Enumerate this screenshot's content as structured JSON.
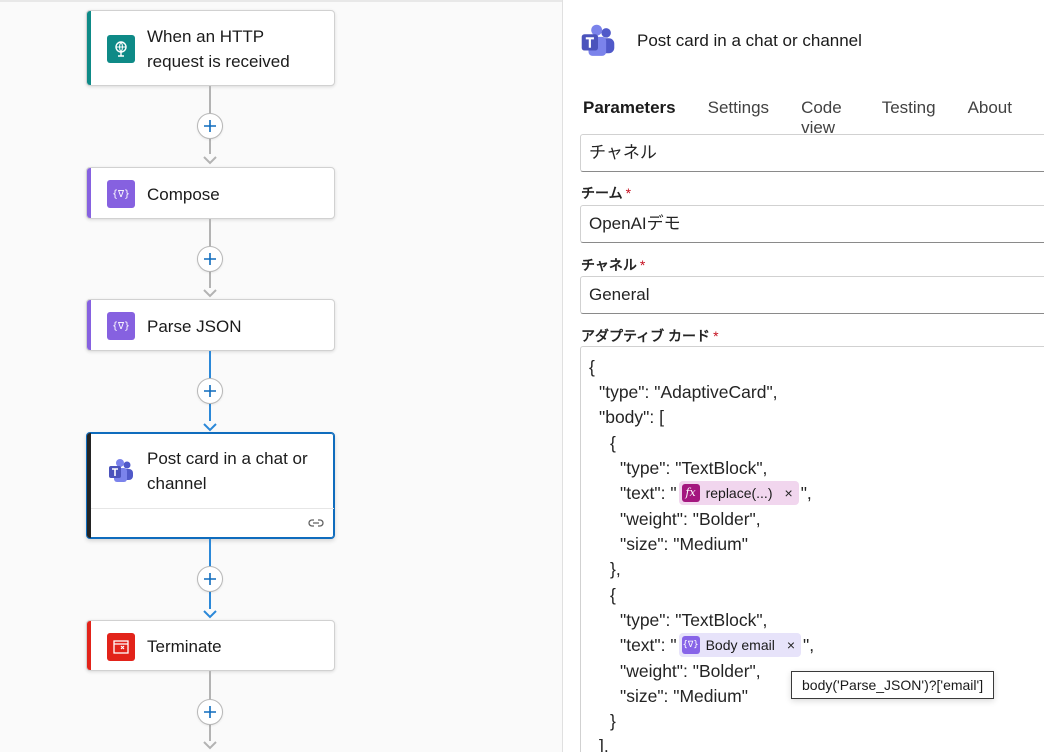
{
  "flow": {
    "cards": [
      {
        "title": "When an HTTP request is received",
        "icon": "http-request-icon",
        "color": "#0e8a87"
      },
      {
        "title": "Compose",
        "icon": "compose-icon",
        "color": "#8661e0"
      },
      {
        "title": "Parse JSON",
        "icon": "parse-json-icon",
        "color": "#8661e0"
      },
      {
        "title": "Post card in a chat or channel",
        "icon": "teams-icon",
        "color": "#242424"
      },
      {
        "title": "Terminate",
        "icon": "terminate-icon",
        "color": "#e2231a"
      }
    ]
  },
  "panel": {
    "title": "Post card in a chat or channel",
    "tabs": [
      "Parameters",
      "Settings",
      "Code view",
      "Testing",
      "About"
    ],
    "active_tab": "Parameters",
    "post_in_value": "チャネル",
    "team_label": "チーム",
    "team_value": "OpenAIデモ",
    "channel_label": "チャネル",
    "channel_value": "General",
    "card_label": "アダプティブ カード",
    "required_mark": "*"
  },
  "editor": {
    "lines": [
      "{",
      "\"type\": \"AdaptiveCard\",",
      "\"body\": [",
      "{",
      "\"type\": \"TextBlock\",",
      "\"text\": \"",
      "\"weight\": \"Bolder\",",
      "\"size\": \"Medium\"",
      "},",
      "{",
      "\"type\": \"TextBlock\",",
      "\"text\": \"",
      "\"weight\": \"Bolder\",",
      "\"size\": \"Medium\"",
      "}",
      "],"
    ],
    "token_fx_label": "replace(...)",
    "token_var_label": "Body email",
    "token_close": "×",
    "token_suffix": "\","
  },
  "tooltip": "body('Parse_JSON')?['email']"
}
